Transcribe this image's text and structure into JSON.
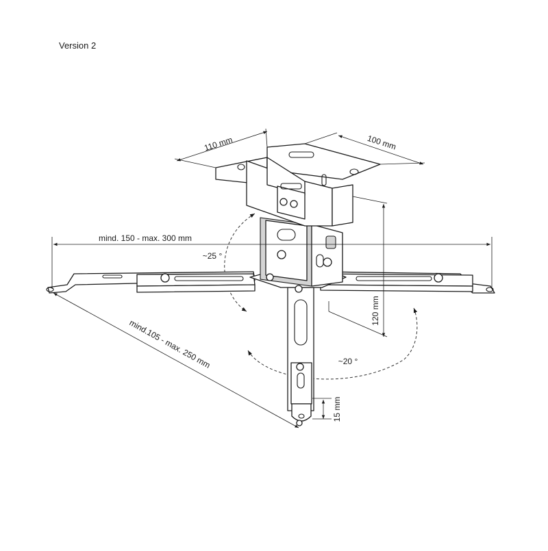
{
  "version_label": "Version 2",
  "dimensions": {
    "plate_width": "110 mm",
    "plate_depth": "100 mm",
    "arm_span": "mind. 150 - max. 300 mm",
    "arm_reach": "mind.105 - max. 250 mm",
    "height": "120 mm",
    "foot_offset": "15 mm"
  },
  "angles": {
    "tilt": "~25 °",
    "swivel": "~20 °"
  }
}
